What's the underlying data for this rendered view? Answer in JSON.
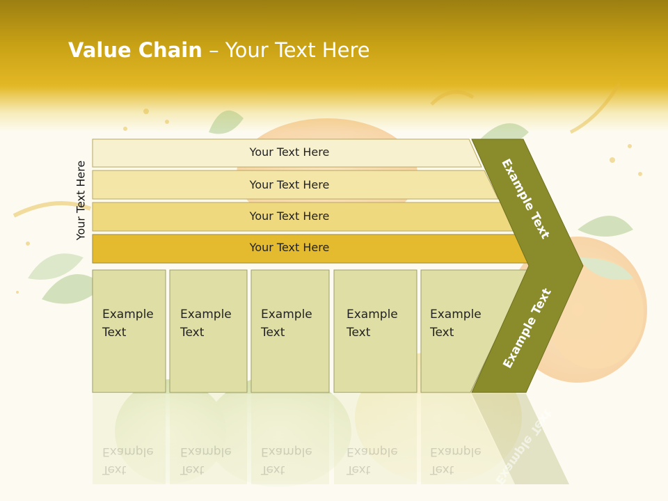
{
  "slide": {
    "title_bold": "Value Chain",
    "title_rest": " – Your Text Here",
    "vertical_label": "Your Text Here",
    "bars": [
      {
        "label": "Your Text Here"
      },
      {
        "label": "Your Text Here"
      },
      {
        "label": "Your Text Here"
      },
      {
        "label": "Your Text Here"
      }
    ],
    "boxes": [
      {
        "line1": "Example",
        "line2": "Text"
      },
      {
        "line1": "Example",
        "line2": "Text"
      },
      {
        "line1": "Example",
        "line2": "Text"
      },
      {
        "line1": "Example",
        "line2": "Text"
      },
      {
        "line1": "Example",
        "line2": "Text"
      }
    ],
    "chevron_top": "Example Text",
    "chevron_bottom": "Example Text"
  },
  "colors": {
    "bar1": "#f8f1cf",
    "bar2": "#f4e6a6",
    "bar3": "#efd97e",
    "bar4": "#e4ba2f",
    "box": "#dfdfa5",
    "chevron": "#8a8c2c"
  }
}
